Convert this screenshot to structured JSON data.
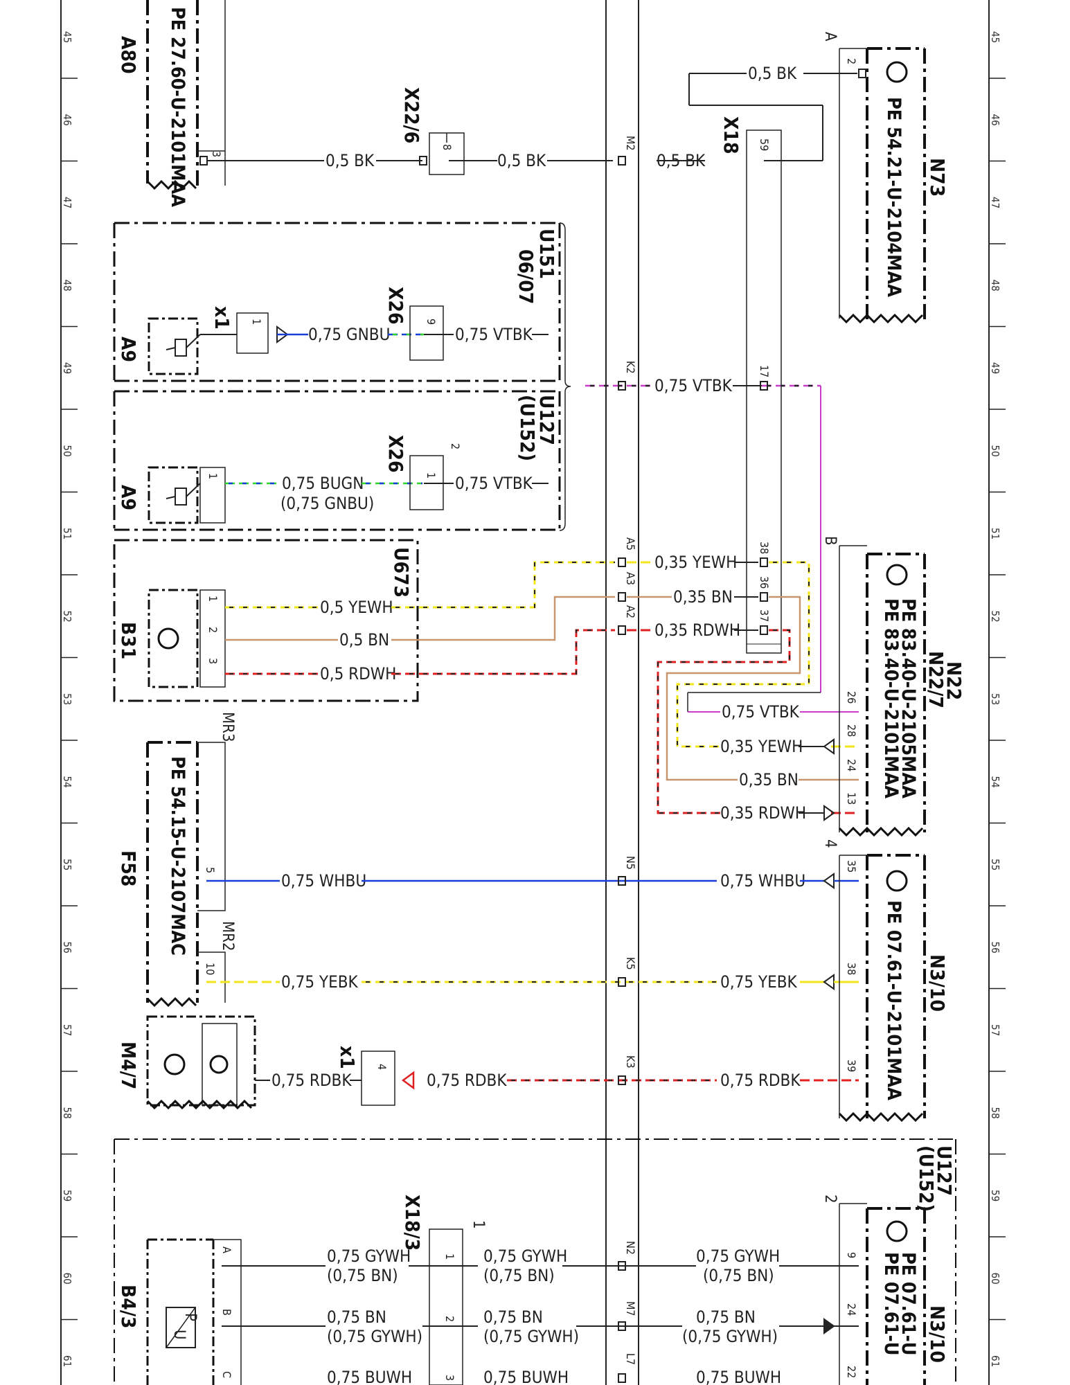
{
  "grid_rows": [
    "45",
    "46",
    "47",
    "48",
    "49",
    "50",
    "51",
    "52",
    "53",
    "54",
    "55",
    "56",
    "57",
    "58",
    "59",
    "60",
    "61"
  ],
  "components": {
    "A80": {
      "id": "A80",
      "pe": "PE 27.60-U-2101MAA",
      "pin": "3"
    },
    "X22_6": {
      "id": "X22/6",
      "pin": "8"
    },
    "X18": {
      "id": "X18"
    },
    "N73": {
      "id": "N73",
      "pe": "PE 54.21-U-2104MAA",
      "pins": [
        "2",
        "59"
      ]
    },
    "U151": {
      "id": "U151",
      "date": "06/07"
    },
    "A9_a": {
      "id": "A9"
    },
    "A9_b": {
      "id": "A9"
    },
    "X26_a": {
      "id": "X26",
      "pin": "9"
    },
    "X26_b": {
      "id": "X26",
      "pin": "1",
      "extra": "2"
    },
    "x1_a": {
      "id": "x1",
      "pin": "1"
    },
    "U127_a": {
      "id": "U127",
      "sub": "(U152)"
    },
    "U673": {
      "id": "U673"
    },
    "B31": {
      "id": "B31",
      "pins": [
        "1",
        "2",
        "3"
      ]
    },
    "N22": {
      "id": "N22",
      "id2": "N22/7",
      "pe1": "PE 83.40-U-2101MAA",
      "pe2": "PE 83.40-U-2105MAA",
      "pins": [
        "26",
        "28",
        "24",
        "13"
      ]
    },
    "F58": {
      "id": "F58",
      "pe": "PE 54.15-U-2107MAC",
      "pins": [
        "5",
        "10"
      ],
      "mr3": "MR3",
      "mr2": "MR2"
    },
    "M4_7": {
      "id": "M4/7"
    },
    "x1_b": {
      "id": "x1",
      "pin": "4"
    },
    "N3_10_a": {
      "id": "N3/10",
      "pe": "PE 07.61-U-2101MAA",
      "pins": [
        "35",
        "38",
        "39"
      ],
      "tag": "4"
    },
    "U127_b": {
      "id": "U127",
      "sub": "(U152)"
    },
    "X18_3": {
      "id": "X18/3",
      "pins": [
        "1",
        "2",
        "3"
      ],
      "tag": "1"
    },
    "B4_3": {
      "id": "B4/3",
      "pins": [
        "A",
        "B",
        "C"
      ],
      "sym_top": "P",
      "sym_bot": "U"
    },
    "N3_10_b": {
      "id": "N3/10",
      "pe": "PE 07.61-U",
      "pe2": "PE 07.61-U",
      "pins": [
        "9",
        "24",
        "22"
      ],
      "tag": "2"
    }
  },
  "bus_pins": [
    "M2",
    "K2",
    "A5",
    "A3",
    "A2",
    "N5",
    "K5",
    "K3",
    "N2",
    "M7",
    "L7"
  ],
  "x18_pins": [
    "38",
    "36",
    "37",
    "17"
  ],
  "letters": {
    "A": "A",
    "B": "B"
  },
  "wires": {
    "bk1": "0,5 BK",
    "bk2": "0,5 BK",
    "bk3": "0,5 BK",
    "bk4": "0,5 BK",
    "gnbu": "0,75 GNBU",
    "vtbk1": "0,75 VTBK",
    "vtbk2": "0,75 VTBK",
    "vtbk3": "0,75 VTBK",
    "vtbk4": "0,75 VTBK",
    "bugn": "0,75 BUGN",
    "bugn_alt": "(0,75 GNBU)",
    "yewh1": "0,5 YEWH",
    "bn1": "0,5 BN",
    "rdwh1": "0,5 RDWH",
    "yewh2": "0,35 YEWH",
    "bn2": "0,35 BN",
    "rdwh2": "0,35 RDWH",
    "yewh3": "0,35 YEWH",
    "bn3": "0,35 BN",
    "rdwh3": "0,35 RDWH",
    "whbu1": "0,75 WHBU",
    "whbu2": "0,75 WHBU",
    "yebk1": "0,75 YEBK",
    "yebk2": "0,75 YEBK",
    "rdbk1": "0,75 RDBK",
    "rdbk2": "0,75 RDBK",
    "rdbk3": "0,75 RDBK",
    "gywh1": "0,75 GYWH",
    "gywh1_alt": "(0,75 BN)",
    "gywh2": "0,75 GYWH",
    "gywh2_alt": "(0,75 BN)",
    "gywh3": "0,75 GYWH",
    "gywh3_alt": "(0,75 BN)",
    "bnb1": "0,75 BN",
    "bnb1_alt": "(0,75 GYWH)",
    "bnb2": "0,75 BN",
    "bnb2_alt": "(0,75 GYWH)",
    "bnb3": "0,75 BN",
    "bnb3_alt": "(0,75 GYWH)",
    "buwh1": "0,75 BUWH",
    "buwh2": "0,75 BUWH",
    "buwh3": "0,75 BUWH"
  },
  "colors": {
    "line": "#222222",
    "blue": "#1a3fd6",
    "green": "#2bd62b",
    "violet": "#c83cc8",
    "yellow": "#f2e61a",
    "brown": "#c8966e",
    "red": "#e02020"
  }
}
